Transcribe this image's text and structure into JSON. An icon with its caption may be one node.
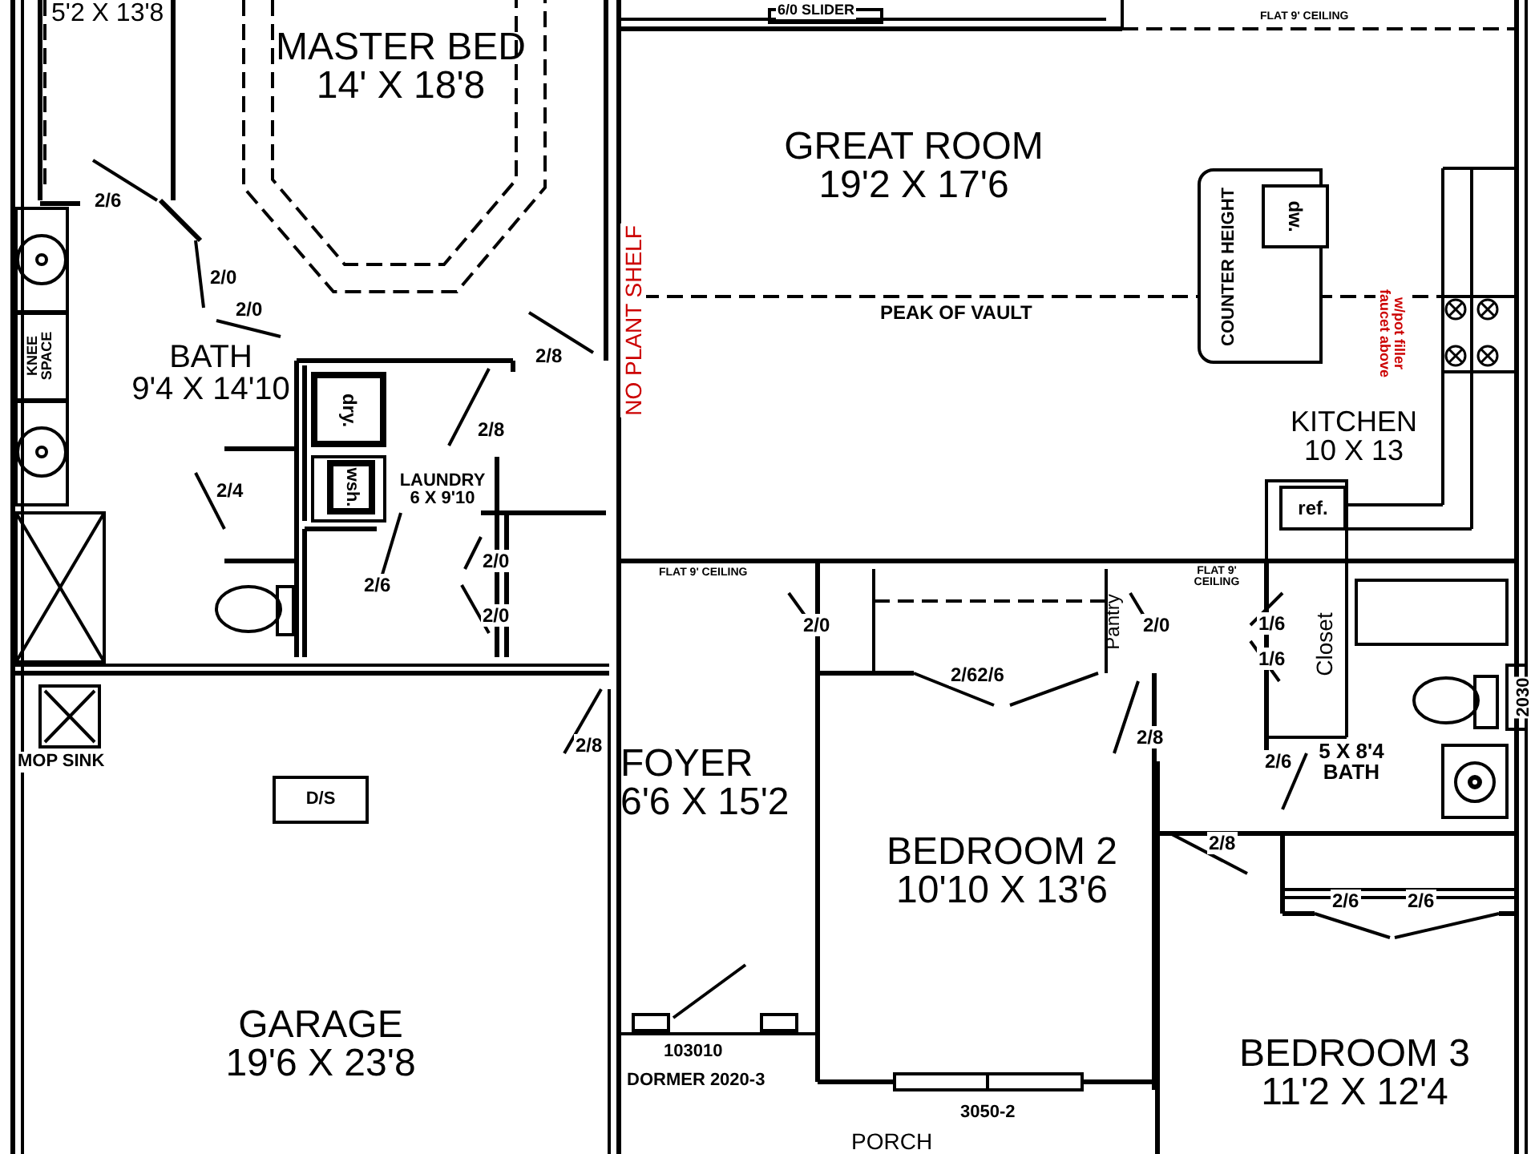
{
  "diagram": {
    "nodes": [
      {
        "text": [
          "5'2 X 13'8"
        ]
      },
      {
        "text": [
          "MASTER BED",
          "14' X 18'8"
        ]
      },
      {
        "text": [
          "GREAT ROOM",
          "19'2 X 17'6"
        ]
      },
      {
        "text": [
          "BATH",
          "9'4 X 14'10"
        ]
      },
      {
        "text": [
          "LAUNDRY",
          "6 X 9'10"
        ]
      },
      {
        "text": [
          "KITCHEN",
          "10 X 13"
        ]
      },
      {
        "text": [
          "GARAGE",
          "19'6 X 23'8"
        ]
      },
      {
        "text": [
          "FOYER",
          "6'6 X 15'2"
        ]
      },
      {
        "text": [
          "BEDROOM 2",
          "10'10 X 13'6"
        ]
      },
      {
        "text": [
          "Pantry"
        ]
      },
      {
        "text": [
          "Closet"
        ]
      },
      {
        "text": [
          "5 X 8'4",
          "BATH"
        ]
      },
      {
        "text": [
          "BEDROOM 3",
          "11'2 X 12'4"
        ]
      },
      {
        "text": [
          "dry."
        ]
      },
      {
        "text": [
          "wsh."
        ]
      },
      {
        "text": [
          "ref."
        ]
      },
      {
        "text": [
          "COUNTER HEIGHT"
        ]
      },
      {
        "text": [
          "dw."
        ],
        "in": 16
      },
      {
        "text": [
          "D/S"
        ]
      }
    ],
    "labels": [
      "6/0 SLIDER",
      "FLAT 9' CEILING",
      "PEAK OF VAULT",
      "NO PLANT SHELF",
      "w/pot filler faucet above",
      "KNEE SPACE",
      "2/6",
      "2/0",
      "2/0",
      "2/8",
      "2/8",
      "2/4",
      "2/6",
      "2/0",
      "2/0",
      "FLAT 9' CEILING",
      "2/0",
      "2/62/6",
      "2/0",
      "FLAT 9' CEILING",
      "1/6",
      "1/6",
      "2030",
      "MOP SINK",
      "2/8",
      "2/8",
      "2/6",
      "2/8",
      "2/6",
      "2/6",
      "103010",
      "DORMER 2020-3",
      "3050-2",
      "PORCH"
    ]
  }
}
